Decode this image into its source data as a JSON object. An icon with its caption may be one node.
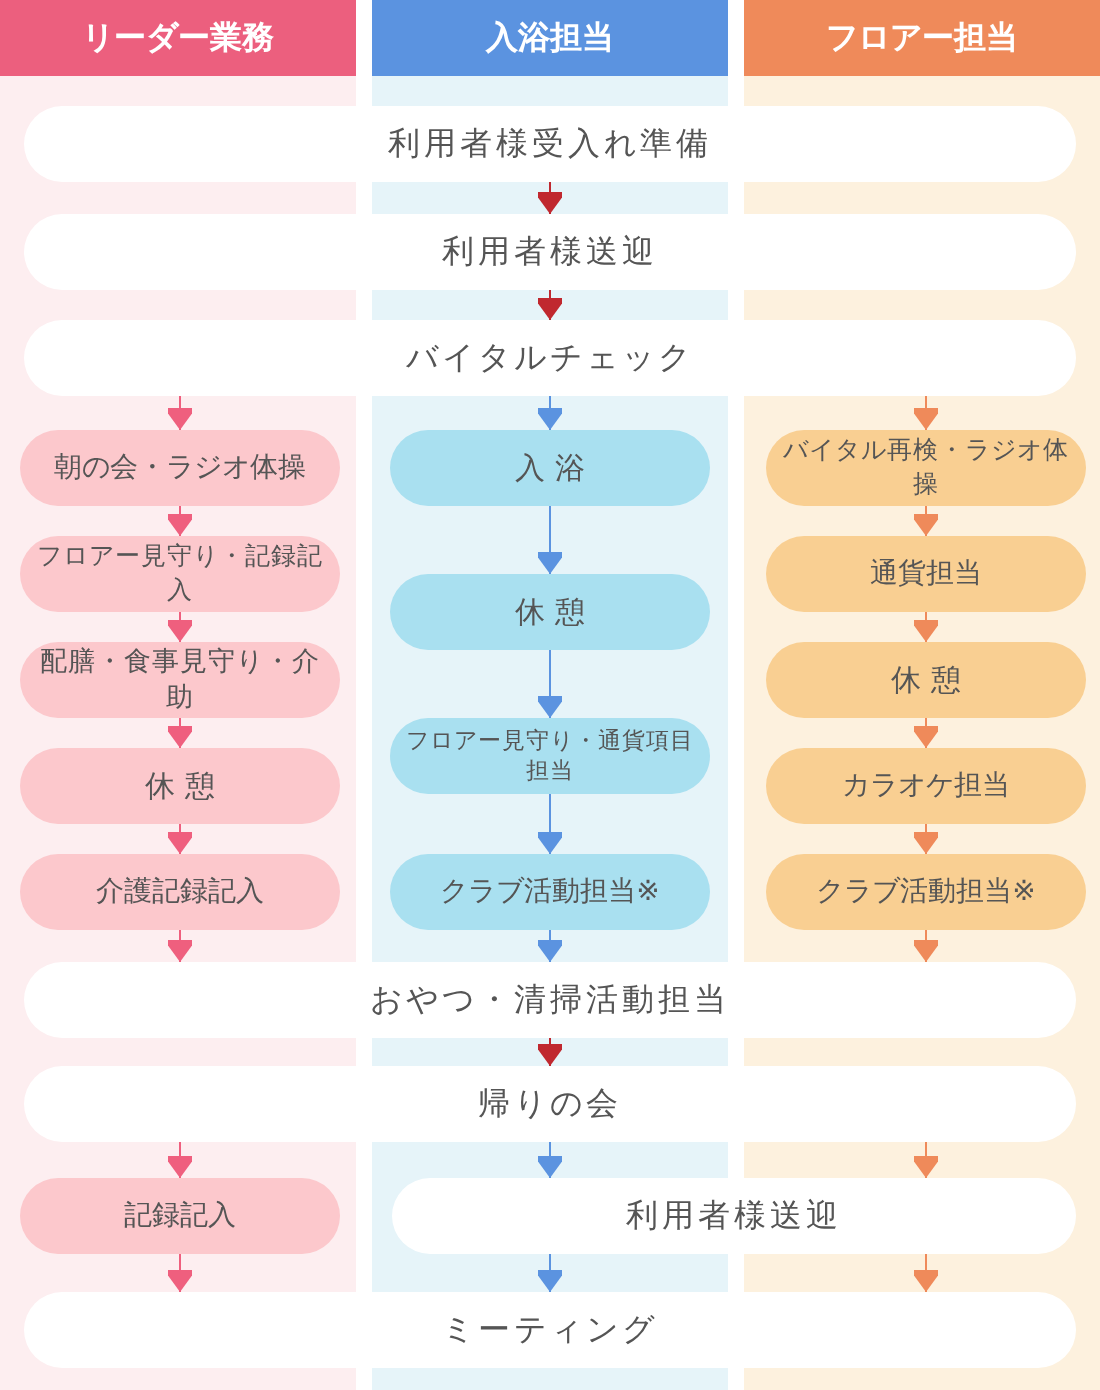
{
  "diagram": {
    "nodes": [
      {
        "text": [
          "リーダー業務"
        ]
      },
      {
        "text": [
          "入浴担当"
        ]
      },
      {
        "text": [
          "フロアー担当"
        ]
      },
      {
        "text": [
          "利用者様受入れ準備"
        ]
      },
      {
        "text": [
          "利用者様送迎"
        ]
      },
      {
        "text": [
          "バイタルチェック"
        ]
      },
      {
        "text": [
          "朝の会・ラジオ体操"
        ],
        "in": 0
      },
      {
        "text": [
          "入 浴"
        ],
        "in": 1
      },
      {
        "text": [
          "バイタル再検・ラジオ体操"
        ],
        "in": 2
      },
      {
        "text": [
          "フロアー見守り・記録記入"
        ],
        "in": 0
      },
      {
        "text": [
          "通貨担当"
        ],
        "in": 2
      },
      {
        "text": [
          "休 憩"
        ],
        "in": 1
      },
      {
        "text": [
          "配膳・食事見守り・介助"
        ],
        "in": 0
      },
      {
        "text": [
          "休 憩"
        ],
        "in": 2
      },
      {
        "text": [
          "フロアー見守り・通貨項目担当"
        ],
        "in": 1
      },
      {
        "text": [
          "休 憩"
        ],
        "in": 0
      },
      {
        "text": [
          "カラオケ担当"
        ],
        "in": 2
      },
      {
        "text": [
          "介護記録記入"
        ],
        "in": 0
      },
      {
        "text": [
          "クラブ活動担当※"
        ],
        "in": 1
      },
      {
        "text": [
          "クラブ活動担当※"
        ],
        "in": 2
      },
      {
        "text": [
          "おやつ・清掃活動担当"
        ]
      },
      {
        "text": [
          "帰りの会"
        ]
      },
      {
        "text": [
          "記録記入"
        ],
        "in": 0
      },
      {
        "text": [
          "利用者様送迎"
        ]
      },
      {
        "text": [
          "ミーティング"
        ]
      }
    ],
    "edges": [
      {
        "from": 3,
        "to": 4,
        "arrow": "to",
        "color": "#c0282f"
      },
      {
        "from": 4,
        "to": 5,
        "arrow": "to",
        "color": "#c0282f"
      },
      {
        "from": 5,
        "to": 6,
        "arrow": "to",
        "color": "#ef5f7e"
      },
      {
        "from": 5,
        "to": 7,
        "arrow": "to",
        "color": "#5b93e0"
      },
      {
        "from": 5,
        "to": 8,
        "arrow": "to",
        "color": "#ef8a5a"
      },
      {
        "from": 6,
        "to": 9,
        "arrow": "to",
        "color": "#ef5f7e"
      },
      {
        "from": 9,
        "to": 12,
        "arrow": "to",
        "color": "#ef5f7e"
      },
      {
        "from": 12,
        "to": 15,
        "arrow": "to",
        "color": "#ef5f7e"
      },
      {
        "from": 15,
        "to": 17,
        "arrow": "to",
        "color": "#ef5f7e"
      },
      {
        "from": 17,
        "to": 20,
        "arrow": "to",
        "color": "#ef5f7e"
      },
      {
        "from": 7,
        "to": 11,
        "arrow": "to",
        "color": "#5b93e0"
      },
      {
        "from": 11,
        "to": 14,
        "arrow": "to",
        "color": "#5b93e0"
      },
      {
        "from": 14,
        "to": 18,
        "arrow": "to",
        "color": "#5b93e0"
      },
      {
        "from": 18,
        "to": 20,
        "arrow": "to",
        "color": "#5b93e0"
      },
      {
        "from": 8,
        "to": 10,
        "arrow": "to",
        "color": "#ef8a5a"
      },
      {
        "from": 10,
        "to": 13,
        "arrow": "to",
        "color": "#ef8a5a"
      },
      {
        "from": 13,
        "to": 16,
        "arrow": "to",
        "color": "#ef8a5a"
      },
      {
        "from": 16,
        "to": 19,
        "arrow": "to",
        "color": "#ef8a5a"
      },
      {
        "from": 19,
        "to": 20,
        "arrow": "to",
        "color": "#ef8a5a"
      },
      {
        "from": 20,
        "to": 21,
        "arrow": "to",
        "color": "#c0282f"
      },
      {
        "from": 21,
        "to": 22,
        "arrow": "to",
        "color": "#ef5f7e"
      },
      {
        "from": 21,
        "to": 23,
        "arrow": "to",
        "color": "#5b93e0"
      },
      {
        "from": 21,
        "to": 23,
        "arrow": "to",
        "color": "#ef8a5a"
      },
      {
        "from": 22,
        "to": 24,
        "arrow": "to",
        "color": "#ef5f7e"
      },
      {
        "from": 23,
        "to": 24,
        "arrow": "to",
        "color": "#5b93e0"
      },
      {
        "from": 23,
        "to": 24,
        "arrow": "to",
        "color": "#ef8a5a"
      }
    ]
  }
}
